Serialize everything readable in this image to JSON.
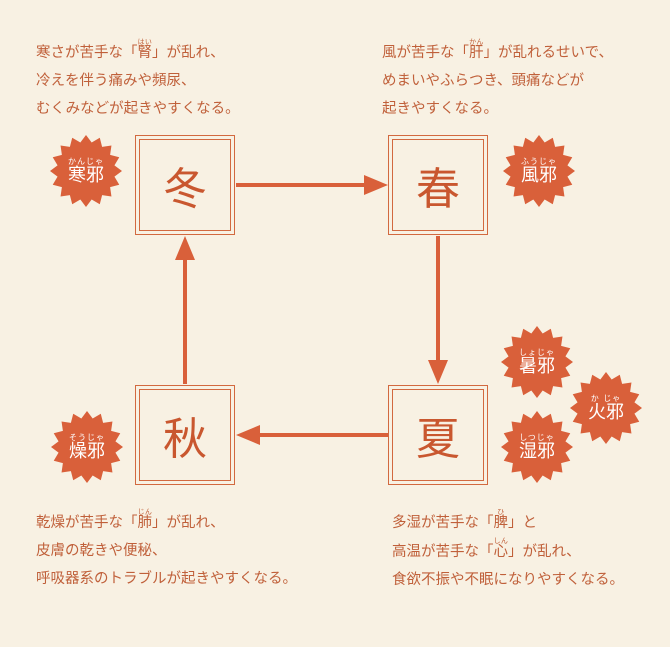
{
  "colors": {
    "background": "#f8f1e3",
    "accent": "#d9603a",
    "text": "#c0603a"
  },
  "seasons": {
    "winter": "冬",
    "spring": "春",
    "summer": "夏",
    "autumn": "秋"
  },
  "badges": {
    "kanja": {
      "reading": "かんじゃ",
      "name": "寒邪"
    },
    "fuja": {
      "reading": "ふうじゃ",
      "name": "風邪"
    },
    "shoja": {
      "reading": "しょじゃ",
      "name": "暑邪"
    },
    "kaja": {
      "reading": "か じゃ",
      "name": "火邪"
    },
    "shitsuja": {
      "reading": "しつじゃ",
      "name": "湿邪"
    },
    "soja": {
      "reading": "そうじゃ",
      "name": "燥邪"
    }
  },
  "texts": {
    "winter": {
      "l1a": "寒さが苦手な「",
      "l1ruby": "腎",
      "l1rt": "はい",
      "l1b": "」が乱れ、",
      "l2": "冷えを伴う痛みや頻尿、",
      "l3": "むくみなどが起きやすくなる。"
    },
    "spring": {
      "l1a": "風が苦手な「",
      "l1ruby": "肝",
      "l1rt": "かん",
      "l1b": "」が乱れるせいで、",
      "l2": "めまいやふらつき、頭痛などが",
      "l3": "起きやすくなる。"
    },
    "autumn": {
      "l1a": "乾燥が苦手な「",
      "l1ruby": "肺",
      "l1rt": "じん",
      "l1b": "」が乱れ、",
      "l2": "皮膚の乾きや便秘、",
      "l3": "呼吸器系のトラブルが起きやすくなる。"
    },
    "summer": {
      "l1a": "多湿が苦手な「",
      "l1ruby": "脾",
      "l1rt": "ひ",
      "l1b": "」と",
      "l2a": "高温が苦手な「",
      "l2ruby": "心",
      "l2rt": "しん",
      "l2b": "」が乱れ、",
      "l3": "食欲不振や不眠になりやすくなる。"
    }
  }
}
